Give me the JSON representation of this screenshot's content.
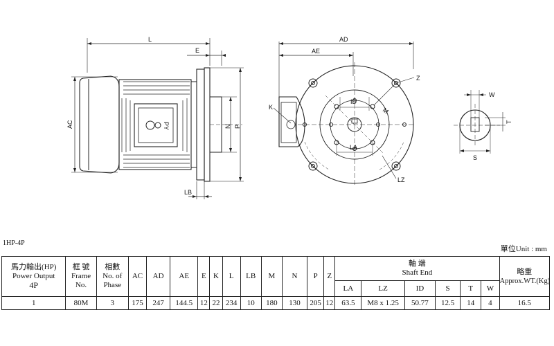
{
  "drawing": {
    "side_view": {
      "L": "L",
      "E": "E",
      "AC": "AC",
      "N": "N",
      "P": "P",
      "LB": "LB",
      "logo": "PY"
    },
    "front_view": {
      "AD": "AD",
      "AE": "AE",
      "Z": "Z",
      "K": "K",
      "ID": "ID",
      "M": "M",
      "LA": "LA",
      "LZ": "LZ"
    },
    "shaft_view": {
      "W": "W",
      "T": "T",
      "S": "S"
    }
  },
  "model_caption": "1HP-4P",
  "unit_caption": "單位Unit : mm",
  "table": {
    "power_output_zh": "馬力輸出(HP)",
    "power_output_en": "Power Output",
    "poles": "4P",
    "frame_zh": "框 號",
    "frame_en": "Frame",
    "frame_en2": "No.",
    "phase_zh": "相數",
    "phase_en": "No. of",
    "phase_en2": "Phase",
    "col_ac": "AC",
    "col_ad": "AD",
    "col_ae": "AE",
    "col_e": "E",
    "col_k": "K",
    "col_l": "L",
    "col_lb": "LB",
    "col_m": "M",
    "col_n": "N",
    "col_p": "P",
    "col_z": "Z",
    "shaft_end_zh": "軸 端",
    "shaft_end_en": "Shaft End",
    "col_la": "LA",
    "col_lz": "LZ",
    "col_id": "ID",
    "col_s": "S",
    "col_t": "T",
    "col_w": "W",
    "weight_zh": "略重",
    "weight_en": "Approx.WT.(Kg)",
    "row": {
      "hp": "1",
      "frame": "80M",
      "phase": "3",
      "ac": "175",
      "ad": "247",
      "ae": "144.5",
      "e": "12",
      "k": "22",
      "l": "234",
      "lb": "10",
      "m": "180",
      "n": "130",
      "p": "205",
      "z": "12",
      "la": "63.5",
      "lz": "M8 x 1.25",
      "id": "50.77",
      "s": "12.5",
      "t": "14",
      "w": "4",
      "weight": "16.5"
    }
  }
}
